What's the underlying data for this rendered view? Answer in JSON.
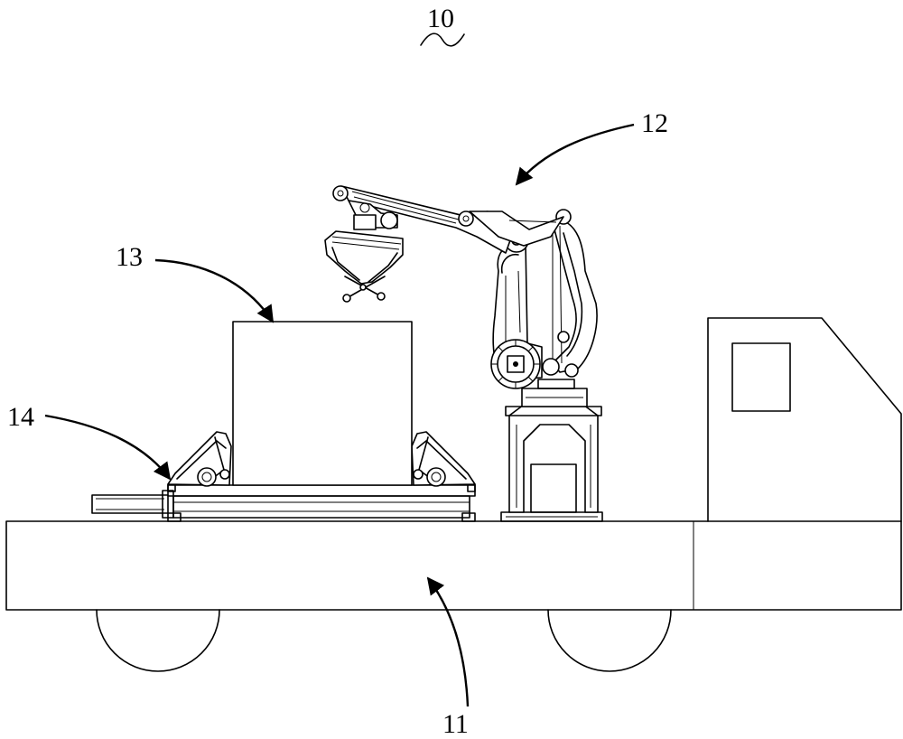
{
  "labels": {
    "system": "10",
    "vehicle": "11",
    "robot_arm": "12",
    "cargo": "13",
    "clamp_device": "14"
  }
}
